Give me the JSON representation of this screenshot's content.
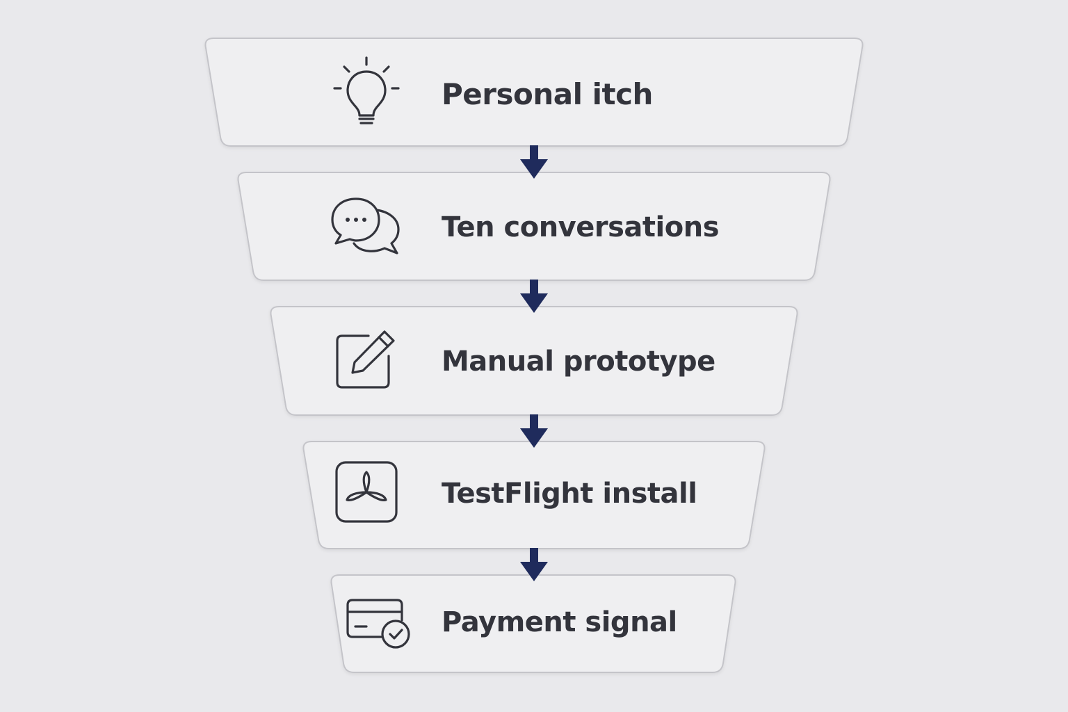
{
  "funnel": {
    "stages": [
      {
        "label": "Personal itch",
        "icon": "lightbulb-icon"
      },
      {
        "label": "Ten conversations",
        "icon": "chat-bubbles-icon"
      },
      {
        "label": "Manual prototype",
        "icon": "edit-pencil-icon"
      },
      {
        "label": "TestFlight install",
        "icon": "testflight-propeller-icon"
      },
      {
        "label": "Payment signal",
        "icon": "credit-card-check-icon"
      }
    ]
  },
  "colors": {
    "background": "#e9e9ec",
    "card_fill": "#efeff1",
    "card_stroke": "#c4c4c9",
    "icon_stroke": "#33343c",
    "text": "#33343c",
    "arrow": "#1f2b5c"
  }
}
